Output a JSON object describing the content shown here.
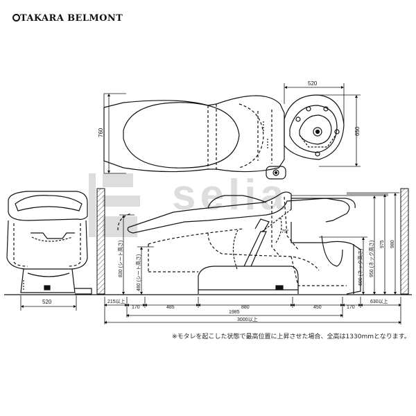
{
  "brand": {
    "name": "TAKARA BELMONT"
  },
  "watermark": {
    "text": "selia"
  },
  "dimensions": {
    "top_basin_width": "520",
    "top_depth": "760",
    "top_basin_depth": "650",
    "front_width": "520",
    "side_clear_left": "215以上",
    "seg_170a": "170",
    "seg_485": "485",
    "seg_880": "880",
    "seg_450": "450",
    "seg_170b": "170",
    "side_clear_right": "630以上",
    "total_1985": "1985",
    "total_3000": "3000以上",
    "seat_height_830": "830 (シート高さ)",
    "seat_height_480": "480 (シート高さ)",
    "neck_height_950": "950 (ネック高さ)",
    "neck_height_600": "600 (ネック高さ)",
    "height_975": "975",
    "height_980": "980",
    "angle": "79°"
  },
  "note": "※モタレを起こした状態で最高位置に上昇させた場合、全高は1330mmとなります。"
}
